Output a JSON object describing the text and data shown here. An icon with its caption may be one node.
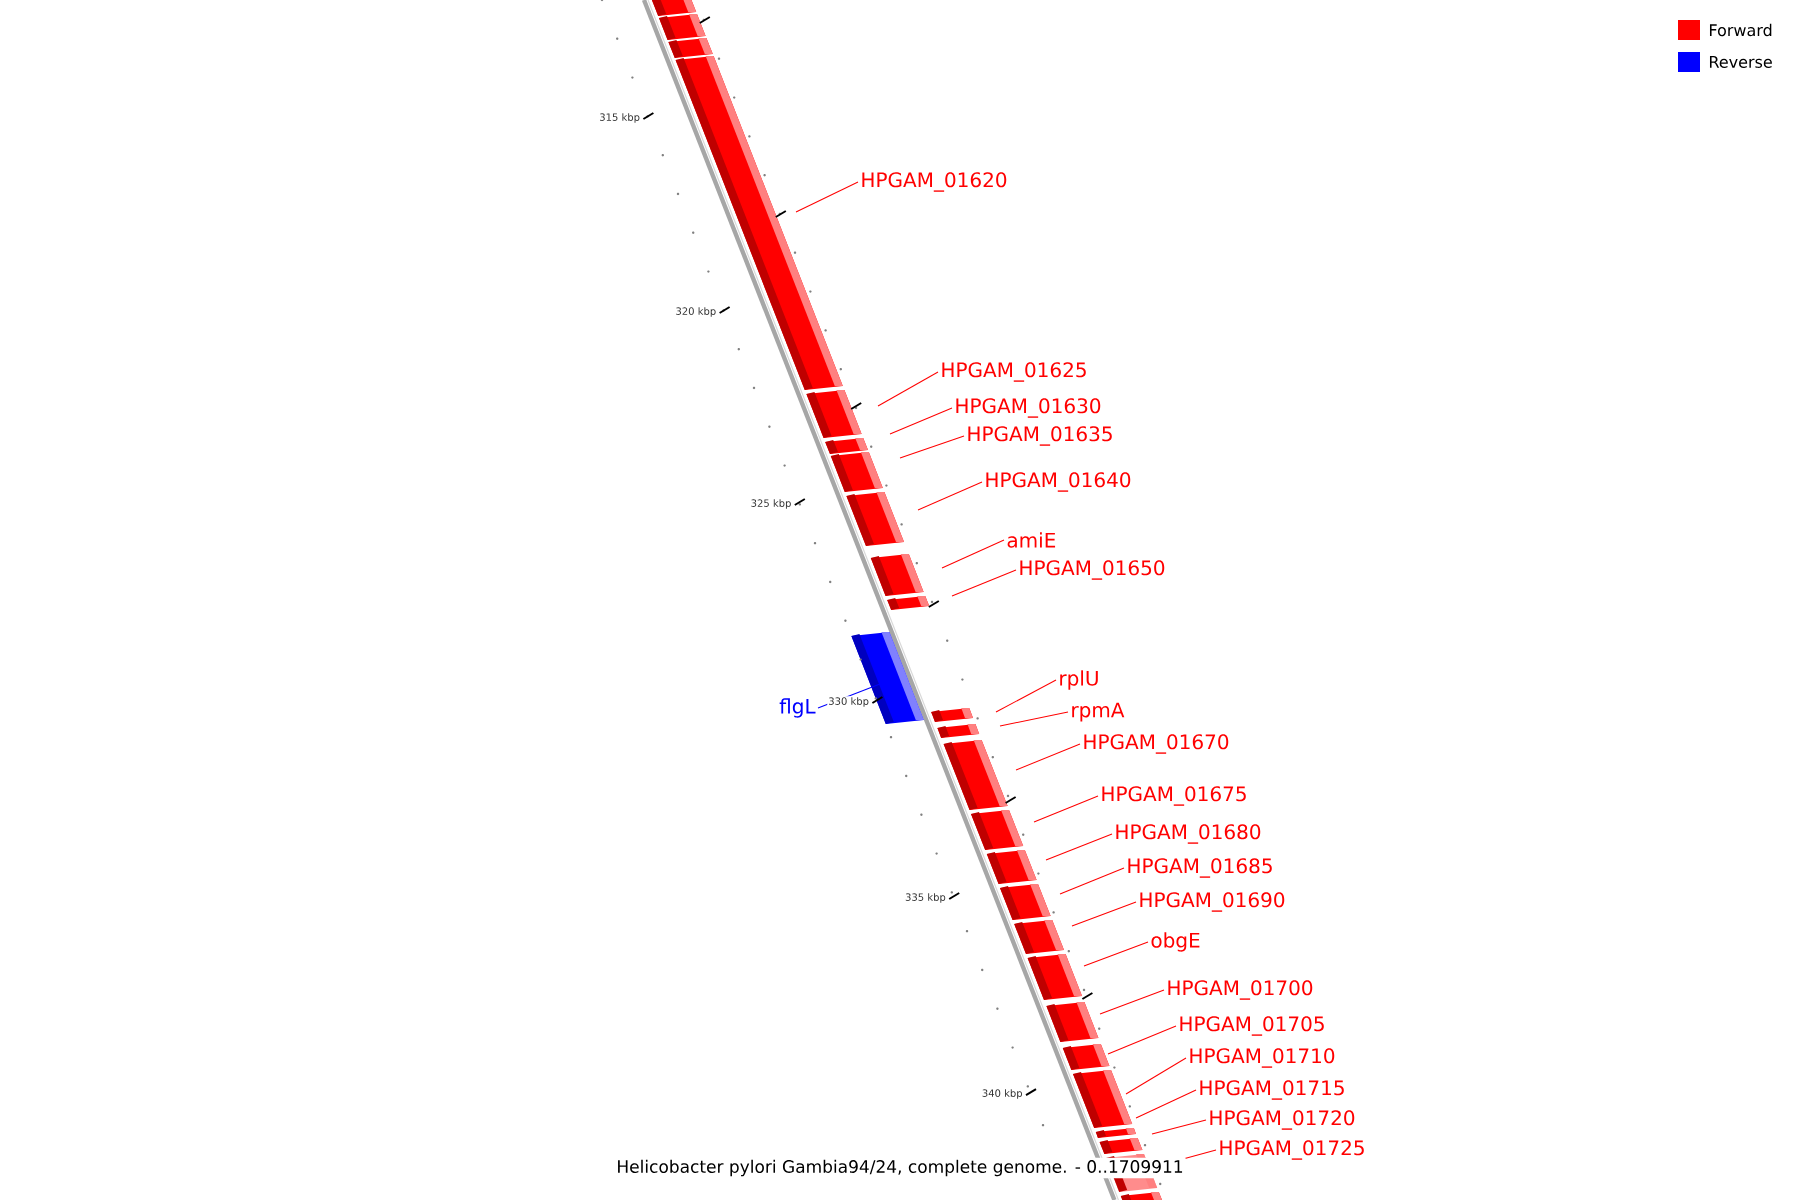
{
  "diagram": {
    "caption": "Helicobacter pylori Gambia94/24, complete genome. - 0..1709911",
    "nodes": [
      {
        "text": [
          "HPGAM_01620"
        ]
      },
      {
        "text": [
          "HPGAM_01625"
        ]
      },
      {
        "text": [
          "HPGAM_01630"
        ]
      },
      {
        "text": [
          "HPGAM_01635"
        ]
      },
      {
        "text": [
          "HPGAM_01640"
        ]
      },
      {
        "text": [
          "amiE"
        ]
      },
      {
        "text": [
          "HPGAM_01650"
        ]
      },
      {
        "text": [
          "rplU"
        ]
      },
      {
        "text": [
          "flgL"
        ]
      },
      {
        "text": [
          "rpmA"
        ]
      },
      {
        "text": [
          "HPGAM_01670"
        ]
      },
      {
        "text": [
          "HPGAM_01675"
        ]
      },
      {
        "text": [
          "HPGAM_01680"
        ]
      },
      {
        "text": [
          "HPGAM_01685"
        ]
      },
      {
        "text": [
          "HPGAM_01690"
        ]
      },
      {
        "text": [
          "obgE"
        ]
      },
      {
        "text": [
          "HPGAM_01700"
        ]
      },
      {
        "text": [
          "HPGAM_01705"
        ]
      },
      {
        "text": [
          "HPGAM_01710"
        ]
      },
      {
        "text": [
          "HPGAM_01715"
        ]
      },
      {
        "text": [
          "HPGAM_01720"
        ]
      },
      {
        "text": [
          "HPGAM_01725"
        ]
      }
    ],
    "edges": [
      {
        "from": 0,
        "to": null,
        "arrow": "none"
      },
      {
        "from": 1,
        "to": null,
        "arrow": "none"
      },
      {
        "from": 2,
        "to": null,
        "arrow": "none"
      },
      {
        "from": 3,
        "to": null,
        "arrow": "none"
      },
      {
        "from": 4,
        "to": null,
        "arrow": "none"
      },
      {
        "from": 5,
        "to": null,
        "arrow": "none"
      },
      {
        "from": 6,
        "to": null,
        "arrow": "none"
      },
      {
        "from": 7,
        "to": null,
        "arrow": "none"
      },
      {
        "from": 8,
        "to": null,
        "arrow": "none",
        "color": "#0000ff"
      },
      {
        "from": 9,
        "to": null,
        "arrow": "none"
      },
      {
        "from": 10,
        "to": null,
        "arrow": "none"
      },
      {
        "from": 11,
        "to": null,
        "arrow": "none"
      },
      {
        "from": 12,
        "to": null,
        "arrow": "none"
      },
      {
        "from": 13,
        "to": null,
        "arrow": "none"
      },
      {
        "from": 14,
        "to": null,
        "arrow": "none"
      },
      {
        "from": 15,
        "to": null,
        "arrow": "none"
      },
      {
        "from": 16,
        "to": null,
        "arrow": "none"
      },
      {
        "from": 17,
        "to": null,
        "arrow": "none"
      },
      {
        "from": 18,
        "to": null,
        "arrow": "none"
      },
      {
        "from": 19,
        "to": null,
        "arrow": "none"
      },
      {
        "from": 20,
        "to": null,
        "arrow": "none"
      },
      {
        "from": 21,
        "to": null,
        "arrow": "none"
      }
    ],
    "labels": [
      "315 kbp",
      "320 kbp",
      "325 kbp",
      "330 kbp",
      "335 kbp",
      "340 kbp"
    ],
    "legend": [
      {
        "text": "Forward",
        "color": "#ff0000"
      },
      {
        "text": "Reverse",
        "color": "#0000ff"
      }
    ]
  }
}
